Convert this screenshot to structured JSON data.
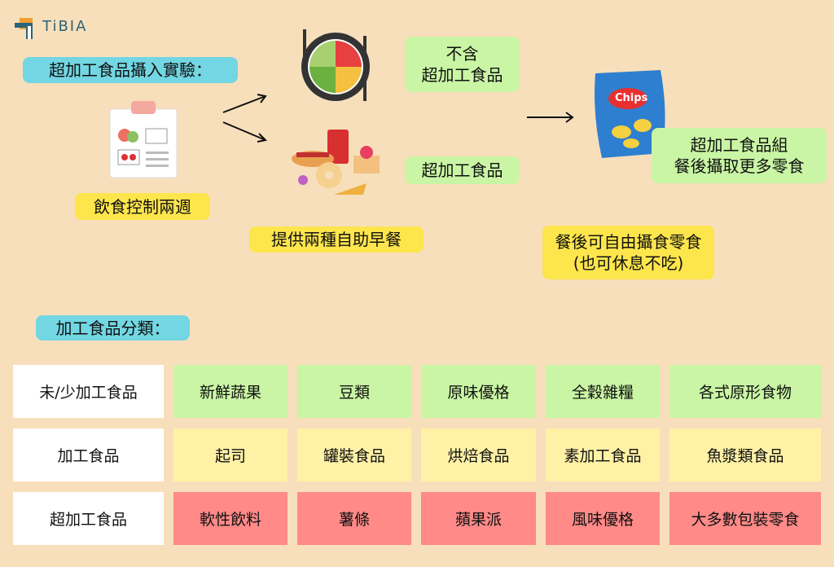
{
  "logo": {
    "text": "TiBIA"
  },
  "experiment_title": "超加工食品攝入實驗：",
  "diet_control": "飲食控制兩週",
  "breakfast": "提供兩種自助早餐",
  "no_upf": [
    "不含",
    "超加工食品"
  ],
  "upf": "超加工食品",
  "free_snack": [
    "餐後可自由攝食零食",
    "(也可休息不吃)"
  ],
  "result": [
    "超加工食品組",
    "餐後攝取更多零食"
  ],
  "chips_label": "Chips",
  "classification_title": "加工食品分類：",
  "table": [
    {
      "category": "未/少加工食品",
      "items": [
        "新鮮蔬果",
        "豆類",
        "原味優格",
        "全穀雜糧",
        "各式原形食物"
      ]
    },
    {
      "category": "加工食品",
      "items": [
        "起司",
        "罐裝食品",
        "烘焙食品",
        "素加工食品",
        "魚漿類食品"
      ]
    },
    {
      "category": "超加工食品",
      "items": [
        "軟性飲料",
        "薯條",
        "蘋果派",
        "風味優格",
        "大多數包裝零食"
      ]
    }
  ],
  "colors": {
    "bg": "#f8dfbb",
    "cyan": "#73d6e3",
    "yellow": "#fde54c",
    "green": "#c9f5a4",
    "row_green": "#c9f5a4",
    "row_yellow": "#fff1a6",
    "row_red": "#ff8a88"
  }
}
